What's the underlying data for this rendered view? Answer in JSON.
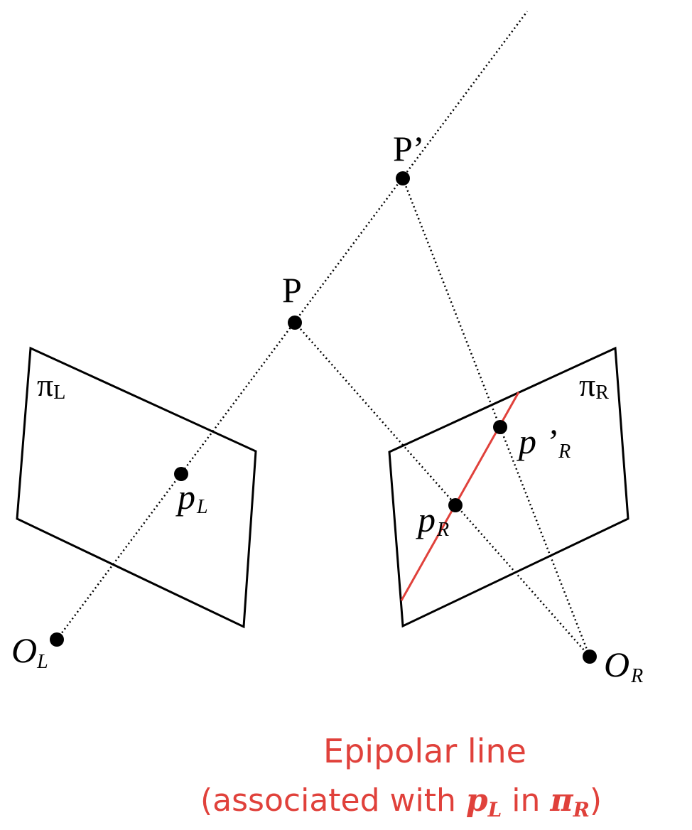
{
  "points": {
    "P": "P",
    "P_prime": "P’",
    "p_L": {
      "base": "p",
      "sub": "L"
    },
    "p_R": {
      "base": "p",
      "sub": "R"
    },
    "p_prime_R": {
      "base": "p ’",
      "sub": "R"
    },
    "O_L": {
      "base": "O",
      "sub": "L"
    },
    "O_R": {
      "base": "O",
      "sub": "R"
    }
  },
  "planes": {
    "left": {
      "base": "π",
      "sub": "L"
    },
    "right": {
      "base": "π",
      "sub": "R"
    }
  },
  "caption": {
    "line1": "Epipolar line",
    "line2_prefix": "(associated with ",
    "pL_base": "p",
    "pL_sub": "L",
    "middle": " in ",
    "piR_base": "π",
    "piR_sub": "R",
    "suffix": ")"
  },
  "colors": {
    "epipolar_line": "#e0413b",
    "ink": "#000000"
  }
}
